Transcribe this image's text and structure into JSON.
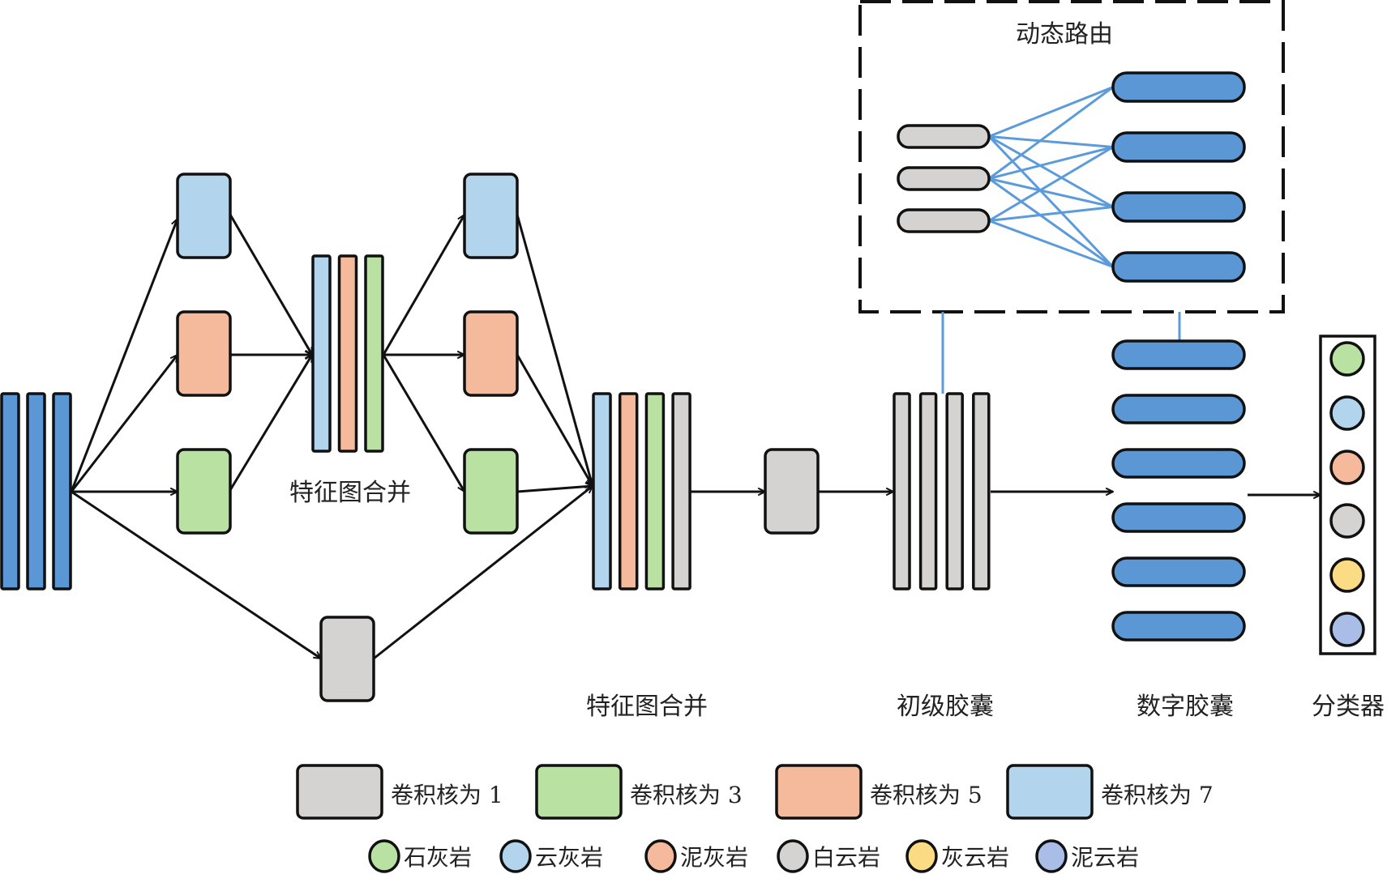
{
  "colors": {
    "input_blue": "#5b97d5",
    "kernel1_gray": "#d4d3d1",
    "kernel3_green": "#b9e2a2",
    "kernel5_orange": "#f5b99b",
    "kernel7_blue": "#b2d4ed",
    "routing_line": "#5b9bdc",
    "stroke": "#111111",
    "class_limestone": "#b9e2a2",
    "class_dolomitic_limestone": "#b2d4ed",
    "class_argillaceous_limestone": "#f5b99b",
    "class_dolomite": "#d4d3d1",
    "class_calcitic_dolomite": "#fbdc84",
    "class_argillaceous_dolomite": "#a9bde6"
  },
  "labels": {
    "concat1": "特征图合并",
    "concat2": "特征图合并",
    "primary_caps": "初级胶囊",
    "digit_caps": "数字胶囊",
    "classifier": "分类器",
    "dynamic_routing": "动态路由"
  },
  "legend": {
    "kernels": [
      {
        "label": "卷积核为 1",
        "color_key": "kernel1_gray"
      },
      {
        "label": "卷积核为 3",
        "color_key": "kernel3_green"
      },
      {
        "label": "卷积核为 5",
        "color_key": "kernel5_orange"
      },
      {
        "label": "卷积核为 7",
        "color_key": "kernel7_blue"
      }
    ],
    "classes": [
      {
        "label": "石灰岩",
        "color_key": "class_limestone"
      },
      {
        "label": "云灰岩",
        "color_key": "class_dolomitic_limestone"
      },
      {
        "label": "泥灰岩",
        "color_key": "class_argillaceous_limestone"
      },
      {
        "label": "白云岩",
        "color_key": "class_dolomite"
      },
      {
        "label": "灰云岩",
        "color_key": "class_calcitic_dolomite"
      },
      {
        "label": "泥云岩",
        "color_key": "class_argillaceous_dolomite"
      }
    ]
  },
  "structure": {
    "input_bar_count": 3,
    "stage1_branches": [
      "kernel7_blue",
      "kernel5_orange",
      "kernel3_green"
    ],
    "stage1_shortcut": "kernel1_gray",
    "concat1_bars": [
      "kernel7_blue",
      "kernel5_orange",
      "kernel3_green"
    ],
    "stage2_branches": [
      "kernel7_blue",
      "kernel5_orange",
      "kernel3_green"
    ],
    "concat2_bars": [
      "kernel7_blue",
      "kernel5_orange",
      "kernel3_green",
      "kernel1_gray"
    ],
    "post_concat_conv": "kernel1_gray",
    "primary_caps_count": 4,
    "routing_primary_count": 3,
    "routing_digit_count": 4,
    "routing_connections": [
      [
        0,
        0
      ],
      [
        0,
        1
      ],
      [
        0,
        2
      ],
      [
        0,
        3
      ],
      [
        1,
        0
      ],
      [
        1,
        1
      ],
      [
        1,
        2
      ],
      [
        1,
        3
      ],
      [
        2,
        1
      ],
      [
        2,
        2
      ],
      [
        2,
        3
      ]
    ],
    "digit_caps_count": 6,
    "classifier_outputs": [
      "class_limestone",
      "class_dolomitic_limestone",
      "class_argillaceous_limestone",
      "class_dolomite",
      "class_calcitic_dolomite",
      "class_argillaceous_dolomite"
    ]
  }
}
